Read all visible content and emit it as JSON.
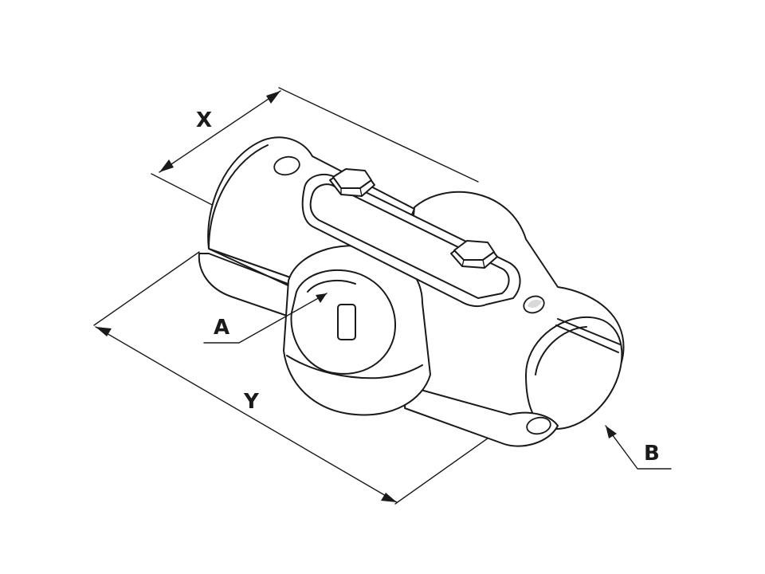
{
  "diagram": {
    "dimensions": [
      {
        "id": "x",
        "label": "X"
      },
      {
        "id": "y",
        "label": "Y"
      }
    ],
    "callouts": [
      {
        "id": "a",
        "label": "A"
      },
      {
        "id": "b",
        "label": "B"
      }
    ]
  }
}
